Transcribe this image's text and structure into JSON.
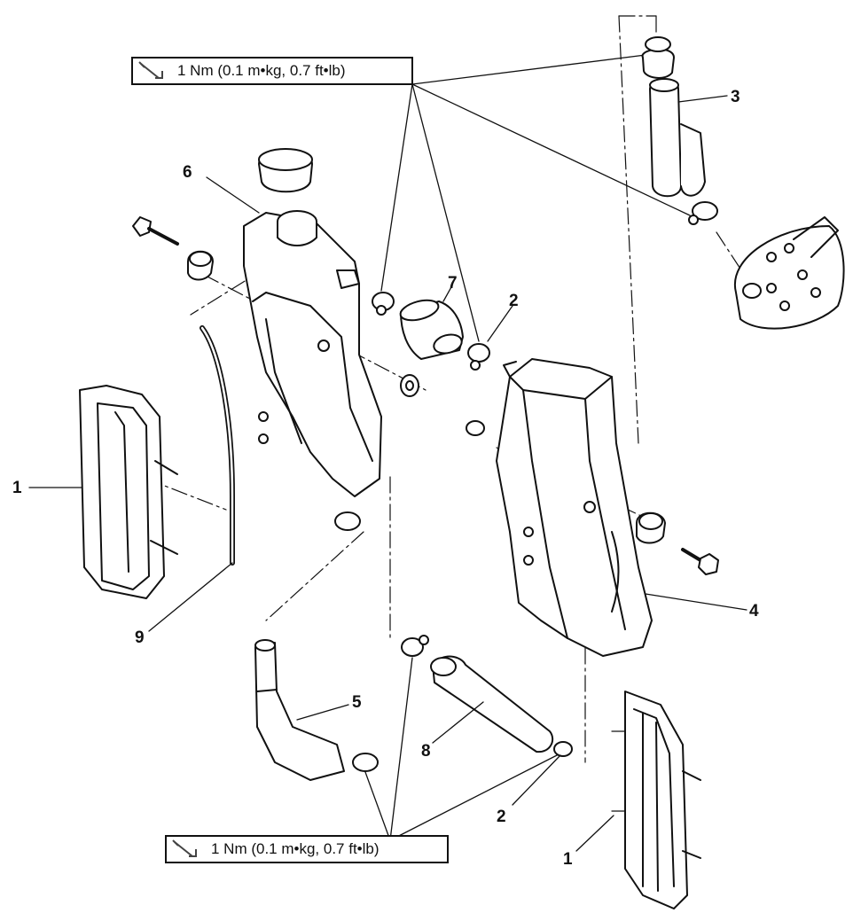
{
  "torque_callouts": [
    {
      "text": "1 Nm (0.1 m•kg, 0.7 ft•lb)",
      "icon": "torque-wrench-icon"
    },
    {
      "text": "1 Nm (0.1 m•kg, 0.7 ft•lb)",
      "icon": "torque-wrench-icon"
    }
  ],
  "part_numbers": [
    "3",
    "6",
    "7",
    "2",
    "1",
    "4",
    "9",
    "5",
    "8",
    "2",
    "1"
  ],
  "colors": {
    "line": "#111111",
    "background": "#ffffff"
  }
}
